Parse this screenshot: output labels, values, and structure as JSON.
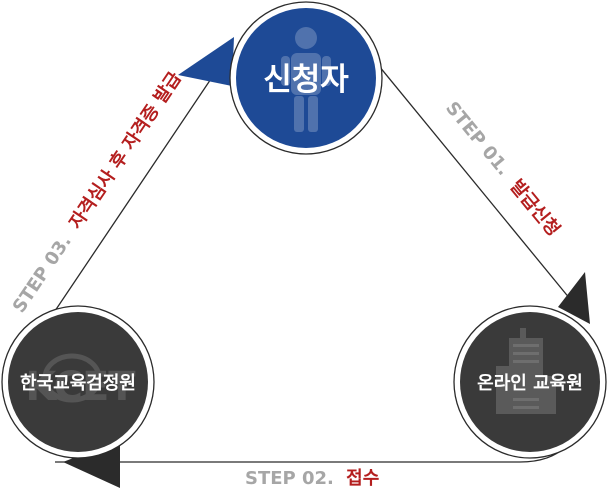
{
  "nodes": {
    "applicant": {
      "label": "신청자",
      "icon": "person-icon",
      "color": "#1e4a96"
    },
    "online": {
      "label": "온라인 교육원",
      "icon": "building-icon",
      "color": "#3a3a3a"
    },
    "institute": {
      "label": "한국교육검정원",
      "icon": "kcet-logo-icon",
      "logo_text": "KCET",
      "color": "#3a3a3a"
    }
  },
  "steps": [
    {
      "prefix": "STEP 01.",
      "label": "발급신청"
    },
    {
      "prefix": "STEP 02.",
      "label": "접수"
    },
    {
      "prefix": "STEP 03.",
      "label": "자격심사 후 자격증 발급"
    }
  ],
  "colors": {
    "step_prefix": "#a6a6a6",
    "step_label": "#b41e1e",
    "line": "#2b2b2b",
    "arrow_blue": "#1e4a96",
    "arrow_dark": "#2b2b2b"
  }
}
